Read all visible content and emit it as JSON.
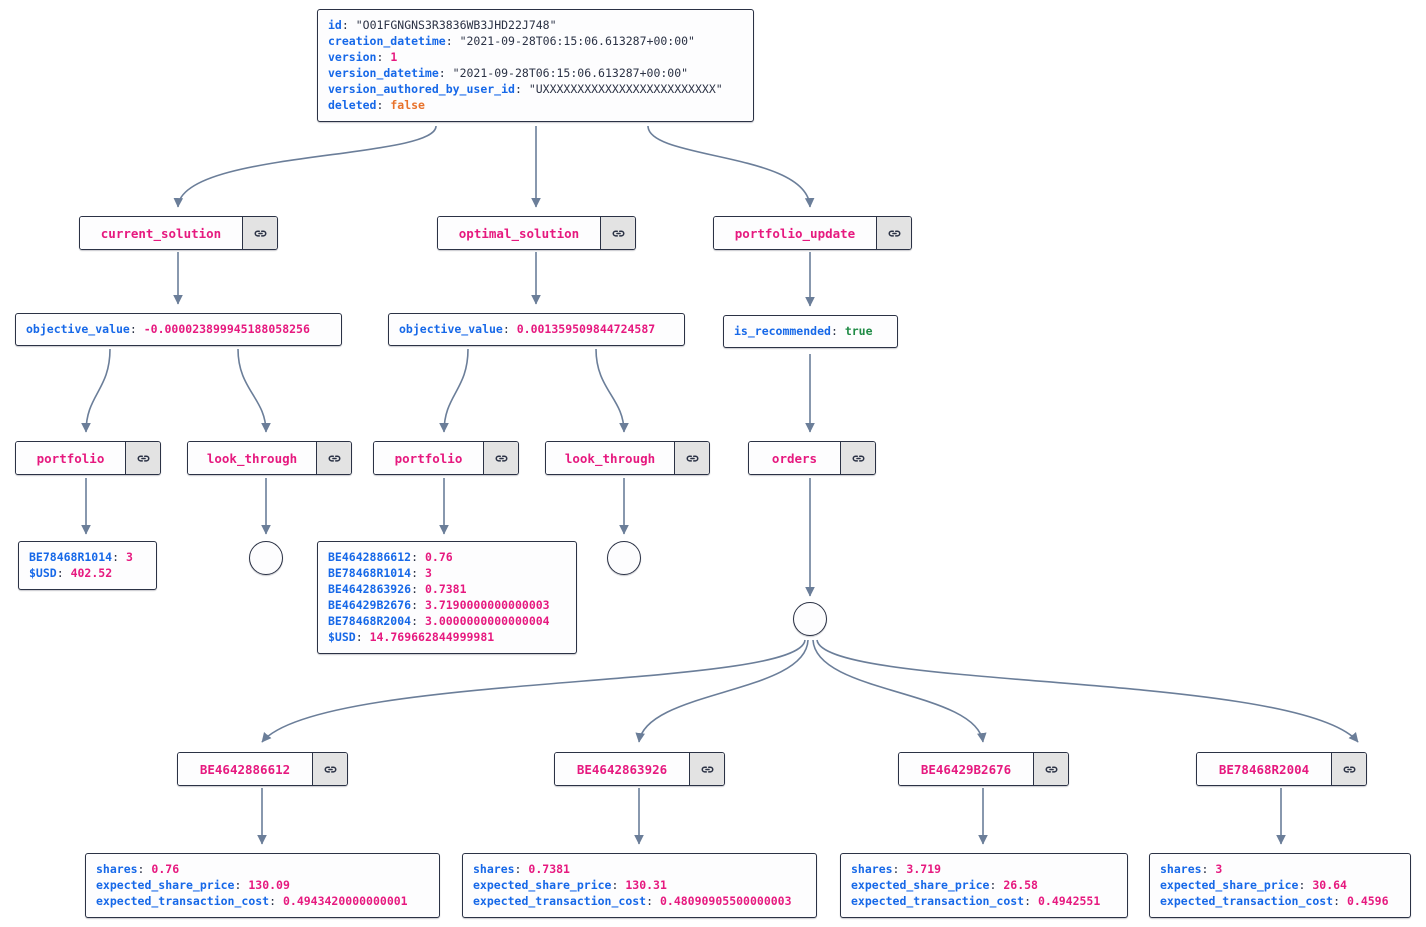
{
  "diagram": {
    "type": "json-tree-graph",
    "title": "portfolio optimisation record tree",
    "colors": {
      "key": "#1668e8",
      "number": "#e6197f",
      "string": "#2b3245",
      "boolean_true": "#1f8b45",
      "boolean_false": "#e8722a",
      "node_border": "#2b3245",
      "node_background": "#fdfdfe",
      "button_background": "#e3e3e3",
      "edge": "#6b7e99"
    },
    "icons": {
      "link": "link-icon"
    }
  },
  "root": {
    "name": "root-record",
    "fields": [
      {
        "key": "id",
        "colon": ":",
        "value": "\"O01FGNGNS3R3836WB3JHD22J748\"",
        "type": "string"
      },
      {
        "key": "creation_datetime",
        "colon": ":",
        "value": "\"2021-09-28T06:15:06.613287+00:00\"",
        "type": "string"
      },
      {
        "key": "version",
        "colon": ":",
        "value": "1",
        "type": "number"
      },
      {
        "key": "version_datetime",
        "colon": ":",
        "value": "\"2021-09-28T06:15:06.613287+00:00\"",
        "type": "string"
      },
      {
        "key": "version_authored_by_user_id",
        "colon": ":",
        "value": "\"UXXXXXXXXXXXXXXXXXXXXXXXXX\"",
        "type": "string"
      },
      {
        "key": "deleted",
        "colon": ":",
        "value": "false",
        "type": "false"
      }
    ]
  },
  "key_nodes": {
    "current_solution": {
      "label": "current_solution",
      "link": "link-icon"
    },
    "optimal_solution": {
      "label": "optimal_solution",
      "link": "link-icon"
    },
    "portfolio_update": {
      "label": "portfolio_update",
      "link": "link-icon"
    },
    "portfolio_current": {
      "label": "portfolio",
      "link": "link-icon"
    },
    "look_through_current": {
      "label": "look_through",
      "link": "link-icon"
    },
    "portfolio_optimal": {
      "label": "portfolio",
      "link": "link-icon"
    },
    "look_through_optimal": {
      "label": "look_through",
      "link": "link-icon"
    },
    "orders": {
      "label": "orders",
      "link": "link-icon"
    },
    "order_be4642886612": {
      "label": "BE4642886612",
      "link": "link-icon"
    },
    "order_be4642863926": {
      "label": "BE4642863926",
      "link": "link-icon"
    },
    "order_be46429b2676": {
      "label": "BE46429B2676",
      "link": "link-icon"
    },
    "order_be78468r2004": {
      "label": "BE78468R2004",
      "link": "link-icon"
    }
  },
  "records": {
    "current_objective": {
      "name": "current-solution-objective-value",
      "fields": [
        {
          "key": "objective_value",
          "colon": ":",
          "value": "-0.000023899945188058256",
          "type": "number"
        }
      ]
    },
    "optimal_objective": {
      "name": "optimal-solution-objective-value",
      "fields": [
        {
          "key": "objective_value",
          "colon": ":",
          "value": "0.001359509844724587",
          "type": "number"
        }
      ]
    },
    "portfolio_update_flag": {
      "name": "portfolio-update-is-recommended",
      "fields": [
        {
          "key": "is_recommended",
          "colon": ":",
          "value": "true",
          "type": "true"
        }
      ]
    },
    "current_portfolio_holdings": {
      "name": "current-portfolio-holdings",
      "fields": [
        {
          "key": "BE78468R1014",
          "colon": ":",
          "value": "3",
          "type": "number"
        },
        {
          "key": "$USD",
          "colon": ":",
          "value": "402.52",
          "type": "number"
        }
      ]
    },
    "optimal_portfolio_holdings": {
      "name": "optimal-portfolio-holdings",
      "fields": [
        {
          "key": "BE4642886612",
          "colon": ":",
          "value": "0.76",
          "type": "number"
        },
        {
          "key": "BE78468R1014",
          "colon": ":",
          "value": "3",
          "type": "number"
        },
        {
          "key": "BE4642863926",
          "colon": ":",
          "value": "0.7381",
          "type": "number"
        },
        {
          "key": "BE46429B2676",
          "colon": ":",
          "value": "3.7190000000000003",
          "type": "number"
        },
        {
          "key": "BE78468R2004",
          "colon": ":",
          "value": "3.0000000000000004",
          "type": "number"
        },
        {
          "key": "$USD",
          "colon": ":",
          "value": "14.769662844999981",
          "type": "number"
        }
      ]
    },
    "order_detail_1": {
      "name": "order-detail-be4642886612",
      "fields": [
        {
          "key": "shares",
          "colon": ":",
          "value": "0.76",
          "type": "number"
        },
        {
          "key": "expected_share_price",
          "colon": ":",
          "value": "130.09",
          "type": "number"
        },
        {
          "key": "expected_transaction_cost",
          "colon": ":",
          "value": "0.4943420000000001",
          "type": "number"
        }
      ]
    },
    "order_detail_2": {
      "name": "order-detail-be4642863926",
      "fields": [
        {
          "key": "shares",
          "colon": ":",
          "value": "0.7381",
          "type": "number"
        },
        {
          "key": "expected_share_price",
          "colon": ":",
          "value": "130.31",
          "type": "number"
        },
        {
          "key": "expected_transaction_cost",
          "colon": ":",
          "value": "0.48090905500000003",
          "type": "number"
        }
      ]
    },
    "order_detail_3": {
      "name": "order-detail-be46429b2676",
      "fields": [
        {
          "key": "shares",
          "colon": ":",
          "value": "3.719",
          "type": "number"
        },
        {
          "key": "expected_share_price",
          "colon": ":",
          "value": "26.58",
          "type": "number"
        },
        {
          "key": "expected_transaction_cost",
          "colon": ":",
          "value": "0.4942551",
          "type": "number"
        }
      ]
    },
    "order_detail_4": {
      "name": "order-detail-be78468r2004",
      "fields": [
        {
          "key": "shares",
          "colon": ":",
          "value": "3",
          "type": "number"
        },
        {
          "key": "expected_share_price",
          "colon": ":",
          "value": "30.64",
          "type": "number"
        },
        {
          "key": "expected_transaction_cost",
          "colon": ":",
          "value": "0.4596",
          "type": "number"
        }
      ]
    }
  },
  "circles": {
    "current_look_through_empty": {
      "name": "current-look-through-empty-node"
    },
    "optimal_look_through_empty": {
      "name": "optimal-look-through-empty-node"
    },
    "orders_collection": {
      "name": "orders-collection-node"
    }
  }
}
